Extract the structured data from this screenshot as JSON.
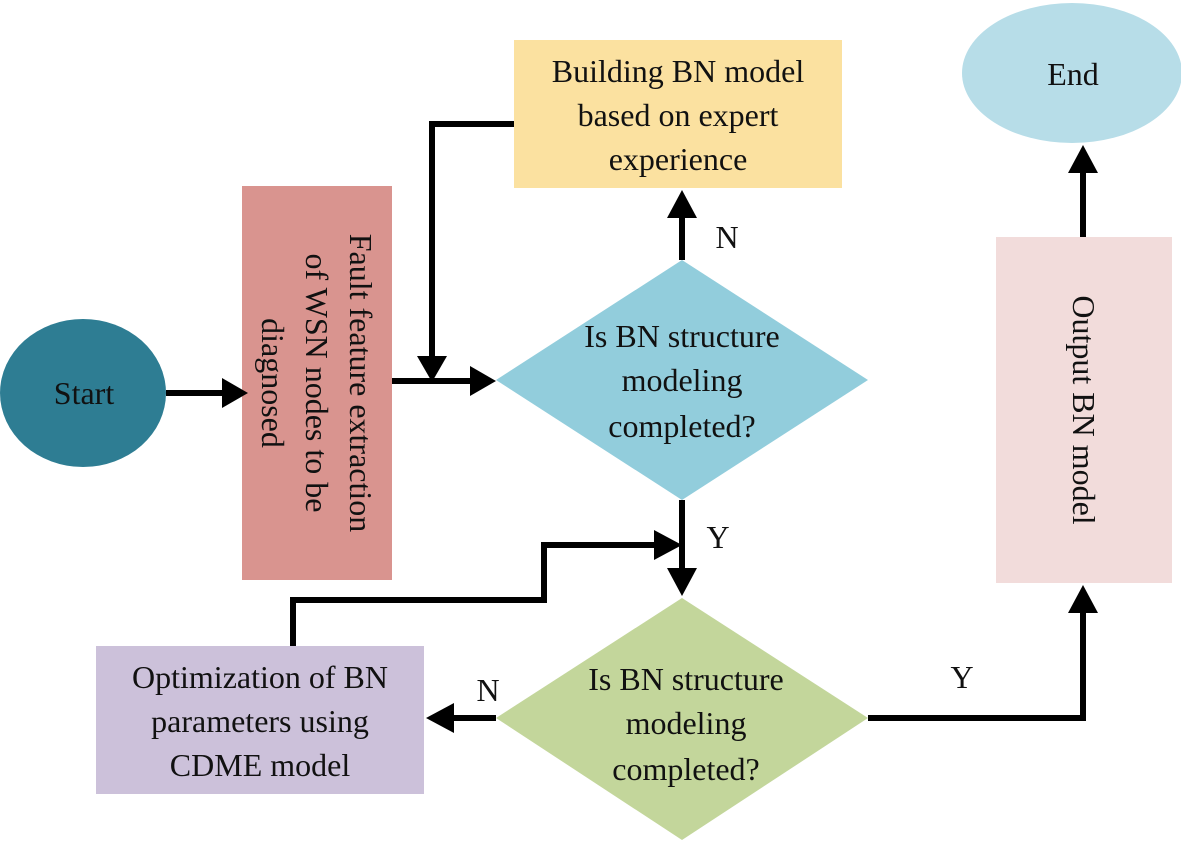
{
  "nodes": {
    "start": {
      "text": "Start",
      "color": "#2e7d93"
    },
    "fault_feature": {
      "lines": [
        "Fault feature extraction",
        "of WSN nodes to be",
        "diagnosed"
      ],
      "color": "#d9948f"
    },
    "building_bn": {
      "lines": [
        "Building BN model",
        "based on expert",
        "experience"
      ],
      "color": "#fbe1a0"
    },
    "decision_top": {
      "lines": [
        "Is BN structure",
        "modeling",
        "completed?"
      ],
      "color": "#92cddc"
    },
    "decision_bottom": {
      "lines": [
        "Is BN structure",
        "modeling",
        "completed?"
      ],
      "color": "#c3d69b"
    },
    "optimization": {
      "lines": [
        "Optimization of BN",
        "parameters using",
        "CDME model"
      ],
      "color": "#ccc1da"
    },
    "output_bn": {
      "text": "Output BN model",
      "color": "#f2dcdb"
    },
    "end": {
      "text": "End",
      "color": "#b7dde8"
    }
  },
  "edge_labels": {
    "top_no": "N",
    "top_yes": "Y",
    "bottom_no": "N",
    "bottom_yes": "Y"
  }
}
